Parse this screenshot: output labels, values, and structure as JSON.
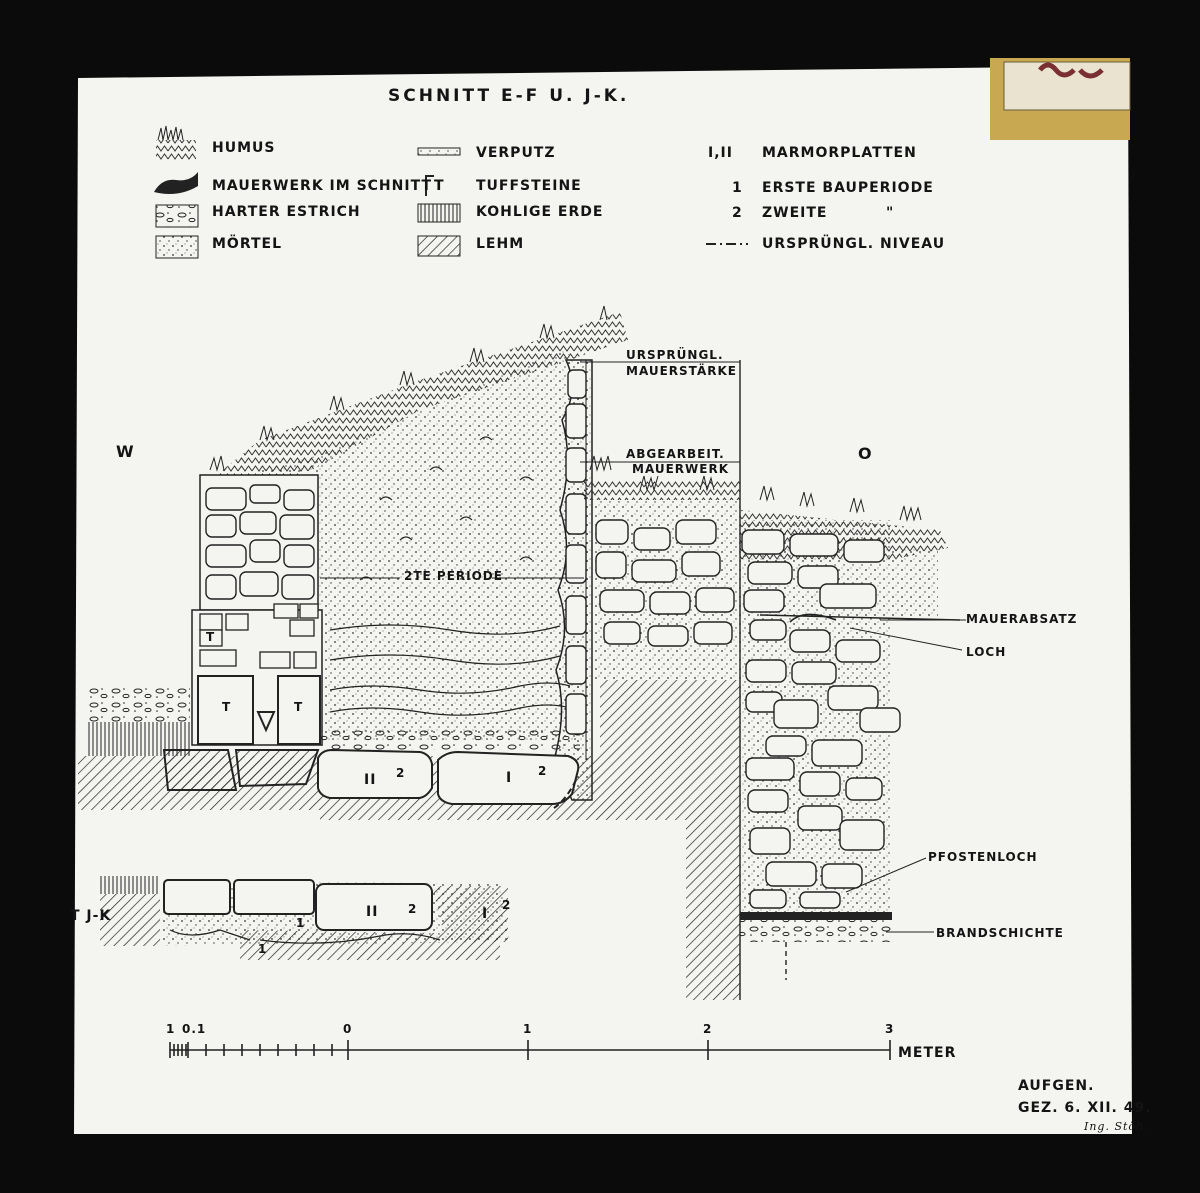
{
  "title": "SCHNITT E-F U. J-K.",
  "legend": {
    "col1": [
      "HUMUS",
      "MAUERWERK IM SCHNITT",
      "HARTER ESTRICH",
      "MÖRTEL"
    ],
    "col2": [
      "VERPUTZ",
      "TUFFSTEINE",
      "KOHLIGE ERDE",
      "LEHM"
    ],
    "col3_keys": [
      "I,II",
      "1",
      "2",
      ""
    ],
    "col3": [
      "MARMORPLATTEN",
      "ERSTE BAUPERIODE",
      "ZWEITE",
      "URSPRÜNGL. NIVEAU"
    ],
    "ditto": "\"",
    "tuff_key": "T"
  },
  "compass": {
    "west": "W",
    "east": "O"
  },
  "annotations": {
    "original_thickness": [
      "URSPRÜNGL.",
      "MAUERSTÄRKE"
    ],
    "worked_masonry": [
      "ABGEARBEIT.",
      "MAUERWERK"
    ],
    "second_period": "2TE PERIODE",
    "wall_offset": "MAUERABSATZ",
    "hole": "LOCH",
    "post_hole": "PFOSTENLOCH",
    "burn_layer": "BRANDSCHICHTE",
    "section_jk": "T J-K"
  },
  "slab_labels": {
    "tuff_a": "T",
    "tuff_b": "T",
    "tuff_small": "T",
    "slab_ii": "II",
    "slab_ii_n": "2",
    "slab_i": "I",
    "slab_i_n": "2",
    "lower_ii": "II",
    "lower_ii_n": "2",
    "lower_i": "I",
    "lower_i_n": "2",
    "lower_1a": "1",
    "lower_1b": "1"
  },
  "scale_bar": {
    "ticks": [
      "1",
      "0.1",
      "0",
      "1",
      "2",
      "3"
    ],
    "unit": "METER"
  },
  "credits": {
    "line1": "AUFGEN.",
    "line2": "GEZ. 6. XII. 49.",
    "signature": "Ing. Stöh."
  },
  "colors": {
    "paper": "#f4f4f0",
    "ink": "#141414",
    "frame": "#0b0b0b",
    "stamp": "#c8a850"
  }
}
